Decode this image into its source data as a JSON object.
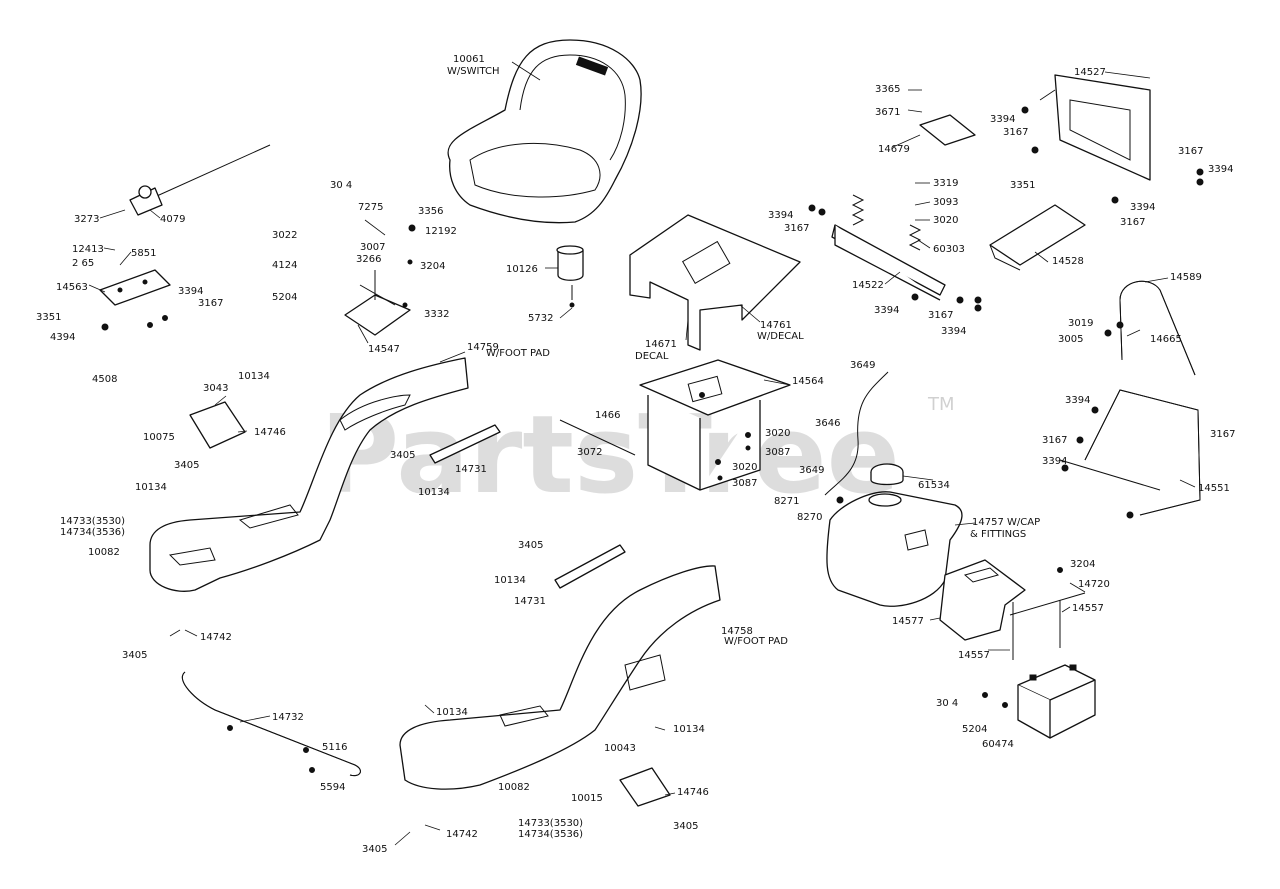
{
  "watermark": {
    "text": "PartsTree",
    "trademark": "TM"
  },
  "callouts": [
    {
      "id": "c10061a",
      "text": "10061"
    },
    {
      "id": "c10061b",
      "text": "W/SWITCH"
    },
    {
      "id": "c10126",
      "text": "10126"
    },
    {
      "id": "c5732",
      "text": "5732"
    },
    {
      "id": "c14671a",
      "text": "14671"
    },
    {
      "id": "c14671b",
      "text": "DECAL"
    },
    {
      "id": "c14761a",
      "text": "14761"
    },
    {
      "id": "c14761b",
      "text": "W/DECAL"
    },
    {
      "id": "c3273",
      "text": "3273"
    },
    {
      "id": "c4079",
      "text": "4079"
    },
    {
      "id": "c12413",
      "text": "12413"
    },
    {
      "id": "c2165",
      "text": "2 65"
    },
    {
      "id": "c5851",
      "text": "5851"
    },
    {
      "id": "c14563",
      "text": "14563"
    },
    {
      "id": "c3394a",
      "text": "3394"
    },
    {
      "id": "c3167a",
      "text": "3167"
    },
    {
      "id": "c3351a",
      "text": "3351"
    },
    {
      "id": "c4394",
      "text": "4394"
    },
    {
      "id": "c4508",
      "text": "4508"
    },
    {
      "id": "c304a",
      "text": "30 4"
    },
    {
      "id": "c7275",
      "text": "7275"
    },
    {
      "id": "c3022",
      "text": "3022"
    },
    {
      "id": "c3356",
      "text": "3356"
    },
    {
      "id": "c12192",
      "text": "12192"
    },
    {
      "id": "c3007",
      "text": "3007"
    },
    {
      "id": "c4124",
      "text": "4124"
    },
    {
      "id": "c3266",
      "text": "3266"
    },
    {
      "id": "c3204a",
      "text": "3204"
    },
    {
      "id": "c5204a",
      "text": "5204"
    },
    {
      "id": "c3332",
      "text": "3332"
    },
    {
      "id": "c14547",
      "text": "14547"
    },
    {
      "id": "c14759a",
      "text": "14759"
    },
    {
      "id": "c14759b",
      "text": "W/FOOT PAD"
    },
    {
      "id": "c3043",
      "text": "3043"
    },
    {
      "id": "c10134a",
      "text": "10134"
    },
    {
      "id": "c10075",
      "text": "10075"
    },
    {
      "id": "c14746a",
      "text": "14746"
    },
    {
      "id": "c3405a",
      "text": "3405"
    },
    {
      "id": "c3405b",
      "text": "3405"
    },
    {
      "id": "c1466",
      "text": "1466"
    },
    {
      "id": "c3072",
      "text": "3072"
    },
    {
      "id": "c14731a",
      "text": "14731"
    },
    {
      "id": "c10134b",
      "text": "10134"
    },
    {
      "id": "c10134c",
      "text": "10134"
    },
    {
      "id": "c14733a",
      "text": "14733(3530)"
    },
    {
      "id": "c14734a",
      "text": "14734(3536)"
    },
    {
      "id": "c10082a",
      "text": "10082"
    },
    {
      "id": "c3405c",
      "text": "3405"
    },
    {
      "id": "c14742a",
      "text": "14742"
    },
    {
      "id": "c14732",
      "text": "14732"
    },
    {
      "id": "c5116",
      "text": "5116"
    },
    {
      "id": "c5594",
      "text": "5594"
    },
    {
      "id": "c3405d",
      "text": "3405"
    },
    {
      "id": "c10134d",
      "text": "10134"
    },
    {
      "id": "c14731b",
      "text": "14731"
    },
    {
      "id": "c14758a",
      "text": "14758"
    },
    {
      "id": "c14758b",
      "text": "W/FOOT PAD"
    },
    {
      "id": "c10134e",
      "text": "10134"
    },
    {
      "id": "c10043",
      "text": "10043"
    },
    {
      "id": "c10134f",
      "text": "10134"
    },
    {
      "id": "c10015",
      "text": "10015"
    },
    {
      "id": "c14746b",
      "text": "14746"
    },
    {
      "id": "c3405e",
      "text": "3405"
    },
    {
      "id": "c10082b",
      "text": "10082"
    },
    {
      "id": "c14733b",
      "text": "14733(3530)"
    },
    {
      "id": "c14734b",
      "text": "14734(3536)"
    },
    {
      "id": "c3405f",
      "text": "3405"
    },
    {
      "id": "c14742b",
      "text": "14742"
    },
    {
      "id": "c14564",
      "text": "14564"
    },
    {
      "id": "c3020a",
      "text": "3020"
    },
    {
      "id": "c3087a",
      "text": "3087"
    },
    {
      "id": "c3020b",
      "text": "3020"
    },
    {
      "id": "c3087b",
      "text": "3087"
    },
    {
      "id": "c3649a",
      "text": "3649"
    },
    {
      "id": "c3646",
      "text": "3646"
    },
    {
      "id": "c3649b",
      "text": "3649"
    },
    {
      "id": "c61534",
      "text": "61534"
    },
    {
      "id": "c8271",
      "text": "8271"
    },
    {
      "id": "c8270",
      "text": "8270"
    },
    {
      "id": "c14757a",
      "text": "14757 W/CAP"
    },
    {
      "id": "c14757b",
      "text": "& FITTINGS"
    },
    {
      "id": "c14577",
      "text": "14577"
    },
    {
      "id": "c3204b",
      "text": "3204"
    },
    {
      "id": "c14720",
      "text": "14720"
    },
    {
      "id": "c14557a",
      "text": "14557"
    },
    {
      "id": "c14557b",
      "text": "14557"
    },
    {
      "id": "c304b",
      "text": "30 4"
    },
    {
      "id": "c5204b",
      "text": "5204"
    },
    {
      "id": "c60474",
      "text": "60474"
    },
    {
      "id": "c3365",
      "text": "3365"
    },
    {
      "id": "c3671",
      "text": "3671"
    },
    {
      "id": "c14679",
      "text": "14679"
    },
    {
      "id": "c14527",
      "text": "14527"
    },
    {
      "id": "c3394b",
      "text": "3394"
    },
    {
      "id": "c3167b",
      "text": "3167"
    },
    {
      "id": "c3167c",
      "text": "3167"
    },
    {
      "id": "c3394c",
      "text": "3394"
    },
    {
      "id": "c3319",
      "text": "3319"
    },
    {
      "id": "c3093",
      "text": "3093"
    },
    {
      "id": "c3020c",
      "text": "3020"
    },
    {
      "id": "c60303",
      "text": "60303"
    },
    {
      "id": "c3394d",
      "text": "3394"
    },
    {
      "id": "c3167d",
      "text": "3167"
    },
    {
      "id": "c14522",
      "text": "14522"
    },
    {
      "id": "c3394e",
      "text": "3394"
    },
    {
      "id": "c3167e",
      "text": "3167"
    },
    {
      "id": "c3394f",
      "text": "3394"
    },
    {
      "id": "c3351b",
      "text": "3351"
    },
    {
      "id": "c3394g",
      "text": "3394"
    },
    {
      "id": "c3167f",
      "text": "3167"
    },
    {
      "id": "c14528",
      "text": "14528"
    },
    {
      "id": "c14589",
      "text": "14589"
    },
    {
      "id": "c3019",
      "text": "3019"
    },
    {
      "id": "c3005",
      "text": "3005"
    },
    {
      "id": "c14665",
      "text": "14665"
    },
    {
      "id": "c3394h",
      "text": "3394"
    },
    {
      "id": "c3167g",
      "text": "3167"
    },
    {
      "id": "c3167h",
      "text": "3167"
    },
    {
      "id": "c3394i",
      "text": "3394"
    },
    {
      "id": "c14551",
      "text": "14551"
    }
  ]
}
